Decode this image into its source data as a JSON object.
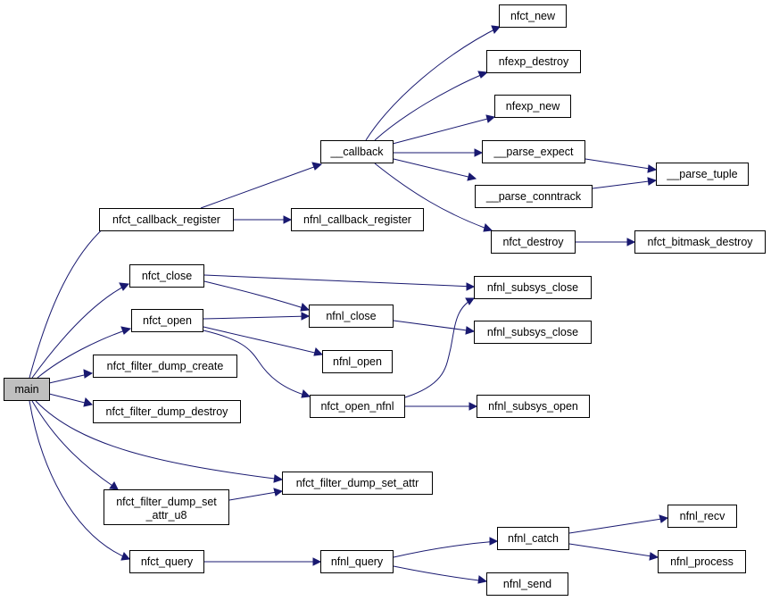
{
  "nodes": {
    "main": "main",
    "nfct_callback_register": "nfct_callback_register",
    "nfct_close": "nfct_close",
    "nfct_open": "nfct_open",
    "nfct_filter_dump_create": "nfct_filter_dump_create",
    "nfct_filter_dump_destroy": "nfct_filter_dump_destroy",
    "nfct_filter_dump_set_attr_u8_line1": "nfct_filter_dump_set",
    "nfct_filter_dump_set_attr_u8_line2": "_attr_u8",
    "nfct_query": "nfct_query",
    "callback": "__callback",
    "nfnl_callback_register": "nfnl_callback_register",
    "nfnl_close": "nfnl_close",
    "nfnl_open": "nfnl_open",
    "nfct_open_nfnl": "nfct_open_nfnl",
    "nfct_filter_dump_set_attr": "nfct_filter_dump_set_attr",
    "nfnl_query": "nfnl_query",
    "nfct_new": "nfct_new",
    "nfexp_destroy": "nfexp_destroy",
    "nfexp_new": "nfexp_new",
    "parse_expect": "__parse_expect",
    "parse_conntrack": "__parse_conntrack",
    "nfct_destroy": "nfct_destroy",
    "nfnl_subsys_close_1": "nfnl_subsys_close",
    "nfnl_subsys_close_2": "nfnl_subsys_close",
    "nfnl_subsys_open": "nfnl_subsys_open",
    "nfnl_catch": "nfnl_catch",
    "nfnl_send": "nfnl_send",
    "parse_tuple": "__parse_tuple",
    "nfct_bitmask_destroy": "nfct_bitmask_destroy",
    "nfnl_recv": "nfnl_recv",
    "nfnl_process": "nfnl_process"
  },
  "colors": {
    "edge": "#191970",
    "root_fill": "#bfbfbf",
    "node_fill": "#ffffff",
    "node_stroke": "#000000"
  }
}
